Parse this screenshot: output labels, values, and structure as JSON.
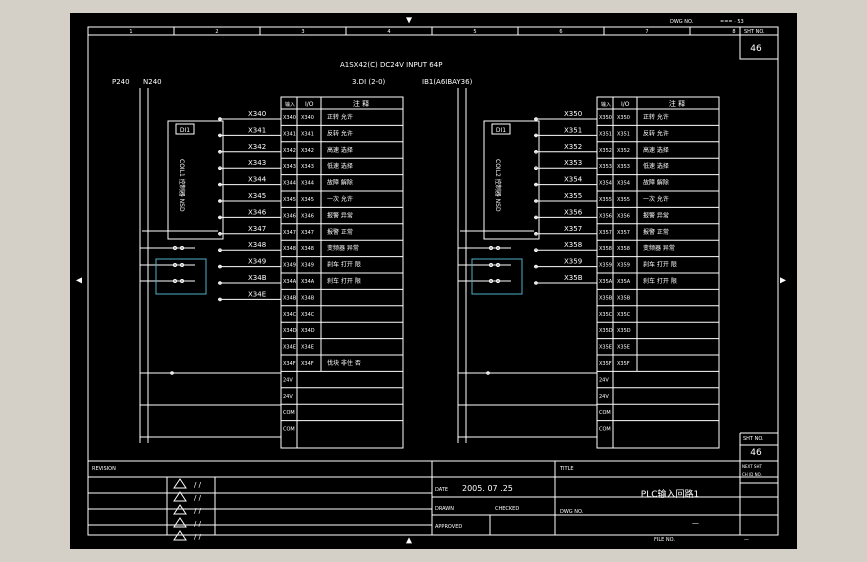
{
  "drawing": {
    "doc_no_label": "DWG NO.",
    "doc_no_value": "=== · 53",
    "sheet_label": "SHT NO.",
    "sheet_value": "46",
    "col_numbers": [
      "1",
      "2",
      "3",
      "4",
      "5",
      "6",
      "7",
      "8"
    ],
    "module_title": "A1SX42(C)   DC24V  INPUT  64P",
    "module_sub_left": "3.DI  (2-0)",
    "module_sub_right": "IB1(A6IBAY36)",
    "bus_p": "P240",
    "bus_n": "N240",
    "col_headers": [
      "输入",
      "I/O",
      "注 释"
    ],
    "left": {
      "device_label": "DI1",
      "coil_text": "COIL1 控制器 NSD",
      "wires": [
        "X340",
        "X341",
        "X342",
        "X343",
        "X344",
        "X345",
        "X346",
        "X347",
        "X348",
        "X349",
        "X34B",
        "X34E"
      ],
      "rows": [
        {
          "addr": "X340",
          "comment": "正转 允许"
        },
        {
          "addr": "X341",
          "comment": "反转 允许"
        },
        {
          "addr": "X342",
          "comment": "高速 选择"
        },
        {
          "addr": "X343",
          "comment": "低速 选择"
        },
        {
          "addr": "X344",
          "comment": "故障 解除"
        },
        {
          "addr": "X345",
          "comment": "一次 允许"
        },
        {
          "addr": "X346",
          "comment": "报警 异常"
        },
        {
          "addr": "X347",
          "comment": "报警 正常"
        },
        {
          "addr": "X348",
          "comment": "变频器 异常"
        },
        {
          "addr": "X349",
          "comment": "刹车 打开 限"
        },
        {
          "addr": "X34A",
          "comment": "刹车 打开 限"
        },
        {
          "addr": "X34B",
          "comment": ""
        },
        {
          "addr": "X34C",
          "comment": ""
        },
        {
          "addr": "X34D",
          "comment": ""
        },
        {
          "addr": "X34E",
          "comment": ""
        },
        {
          "addr": "X34F",
          "comment": "伐块 非住 否"
        },
        {
          "addr": "24V",
          "comment": ""
        },
        {
          "addr": "24V",
          "comment": ""
        },
        {
          "addr": "COM",
          "comment": ""
        },
        {
          "addr": "COM",
          "comment": ""
        }
      ]
    },
    "right": {
      "device_label": "DI1",
      "coil_text": "COIL2 控制器 NSD",
      "wires": [
        "X350",
        "X351",
        "X352",
        "X353",
        "X354",
        "X355",
        "X356",
        "X357",
        "X358",
        "X359",
        "X35B"
      ],
      "rows": [
        {
          "addr": "X350",
          "comment": "正转 允许"
        },
        {
          "addr": "X351",
          "comment": "反转 允许"
        },
        {
          "addr": "X352",
          "comment": "高速 选择"
        },
        {
          "addr": "X353",
          "comment": "低速 选择"
        },
        {
          "addr": "X354",
          "comment": "故障 解除"
        },
        {
          "addr": "X355",
          "comment": "一次 允许"
        },
        {
          "addr": "X356",
          "comment": "报警 异常"
        },
        {
          "addr": "X357",
          "comment": "报警 正常"
        },
        {
          "addr": "X358",
          "comment": "变频器 异常"
        },
        {
          "addr": "X359",
          "comment": "刹车 打开 限"
        },
        {
          "addr": "X35A",
          "comment": "刹车 打开 限"
        },
        {
          "addr": "X35B",
          "comment": ""
        },
        {
          "addr": "X35C",
          "comment": ""
        },
        {
          "addr": "X35D",
          "comment": ""
        },
        {
          "addr": "X35E",
          "comment": ""
        },
        {
          "addr": "X35F",
          "comment": ""
        },
        {
          "addr": "24V",
          "comment": ""
        },
        {
          "addr": "24V",
          "comment": ""
        },
        {
          "addr": "COM",
          "comment": ""
        },
        {
          "addr": "COM",
          "comment": ""
        }
      ]
    },
    "title_block": {
      "revision_label": "REVISION",
      "date_label": "DATE",
      "date_value": "2005.    07    .25",
      "drawn_label": "DRAWN",
      "checked_label": "CHECKED",
      "approved_label": "APPROVED",
      "title_label": "TITLE",
      "title_value": "PLC输入回路1",
      "dwg_label": "DWG NO.",
      "title_sub": "—",
      "sheet_label": "SHT NO.",
      "sheet_value": "46",
      "next_label": "NEXT SHT",
      "next_value": "CH ID NO.",
      "file_label": "FILE NO.",
      "file_value": "—",
      "rev_marks": [
        "/ /",
        "/ /",
        "/ /",
        "/ /",
        "/ /"
      ]
    }
  }
}
